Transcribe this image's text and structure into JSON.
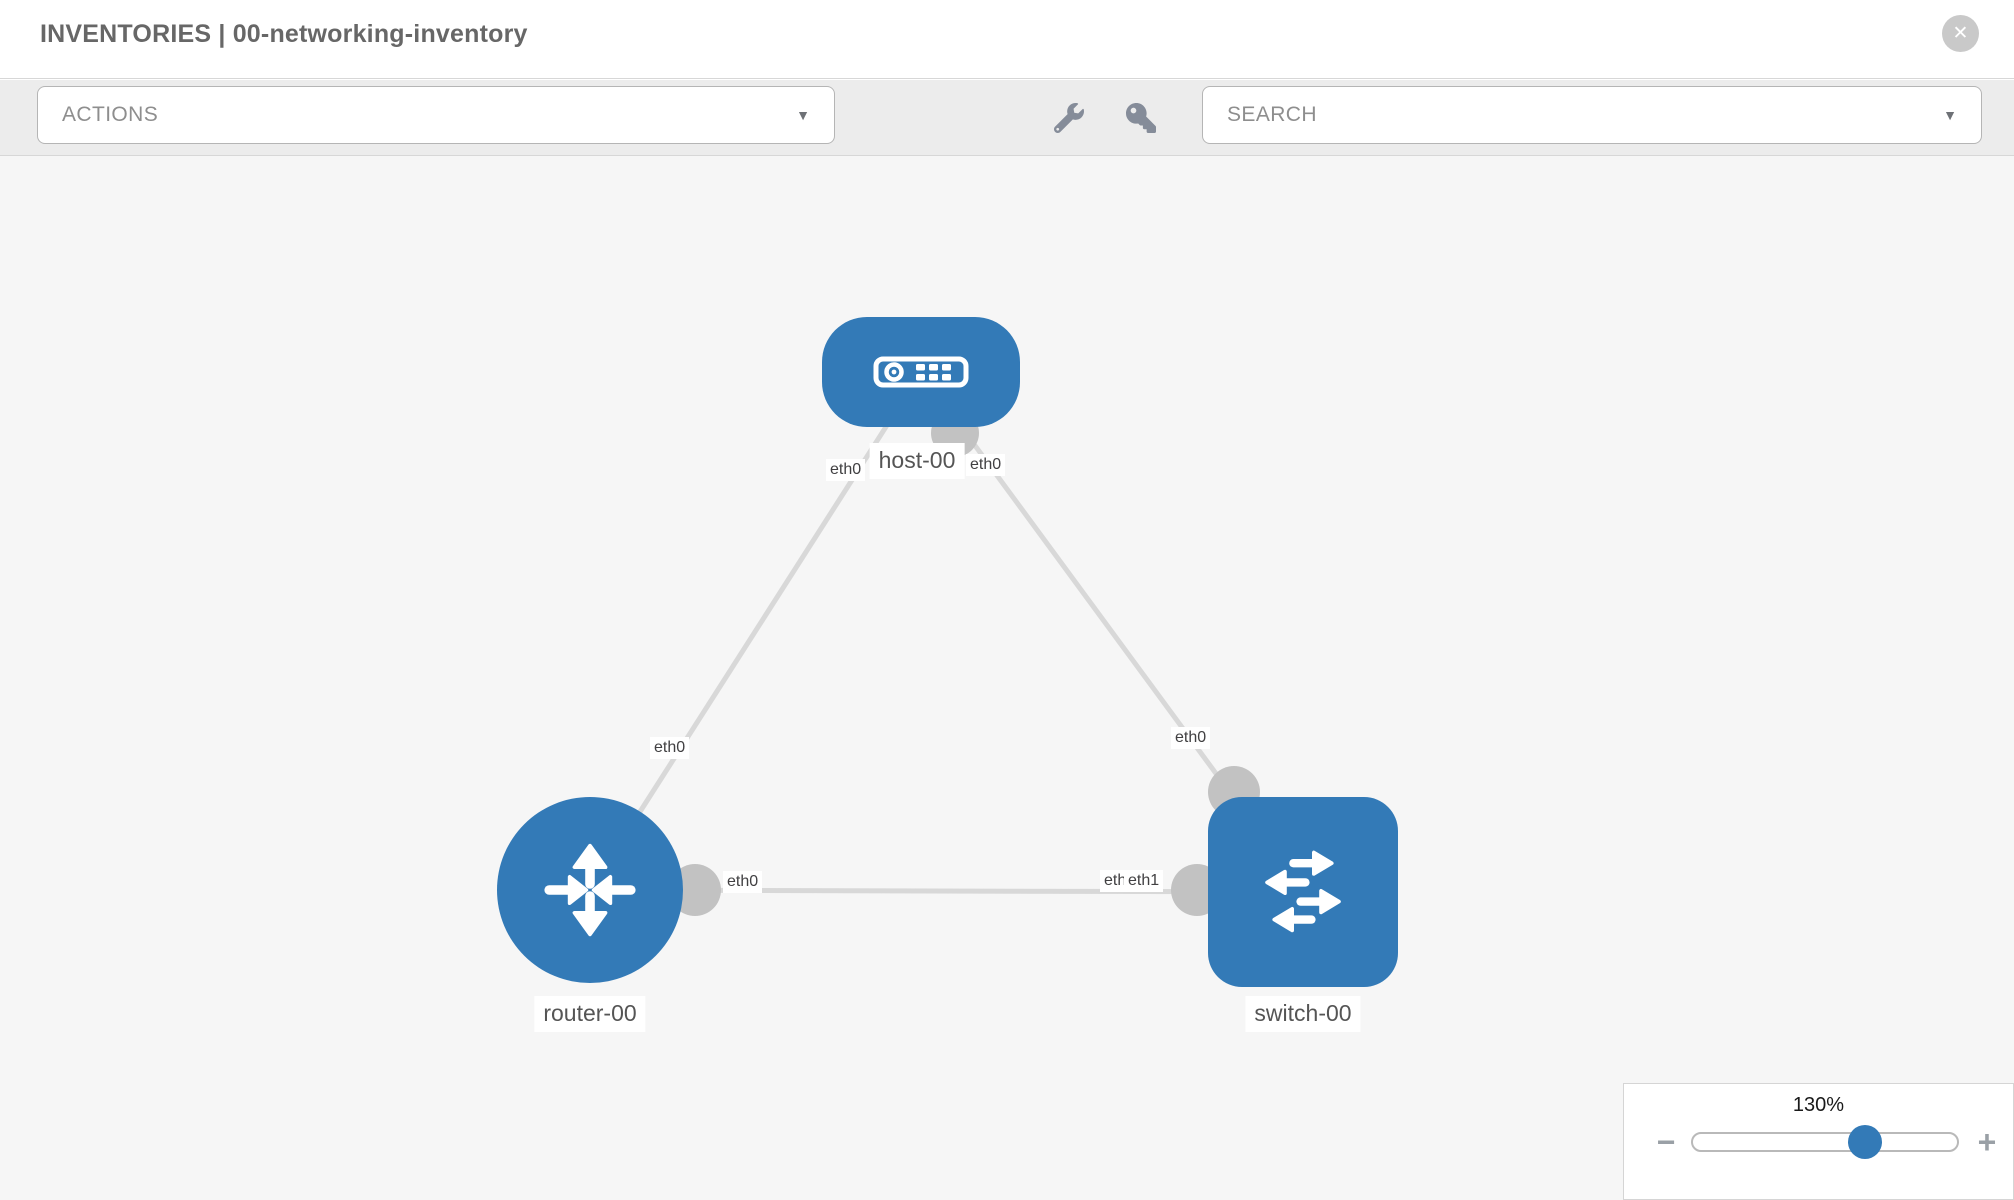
{
  "header": {
    "title": "INVENTORIES | 00-networking-inventory",
    "close_glyph": "✕",
    "close_icon_name": "circle-x-icon"
  },
  "toolbar": {
    "actions_label": "ACTIONS",
    "search_placeholder": "SEARCH",
    "caret_glyph": "▼",
    "icon_buttons": [
      "wrench-icon",
      "key-icon"
    ]
  },
  "topology": {
    "nodes": [
      {
        "id": "host-00",
        "label": "host-00",
        "type": "host",
        "icon": "host-device-icon"
      },
      {
        "id": "router-00",
        "label": "router-00",
        "type": "router",
        "icon": "router-arrows-icon"
      },
      {
        "id": "switch-00",
        "label": "switch-00",
        "type": "switch",
        "icon": "switch-arrows-icon"
      }
    ],
    "links": [
      {
        "source": "host-00",
        "target": "router-00",
        "source_interface": "eth0",
        "target_interface": "eth0"
      },
      {
        "source": "host-00",
        "target": "switch-00",
        "source_interface": "eth0",
        "target_interface": "eth0"
      },
      {
        "source": "router-00",
        "target": "switch-00",
        "source_interface": "eth0",
        "target_interface": "eth1",
        "target_interface_overlapped": "eth0",
        "overlap_note": "two labels overlap on switch side, renders as etleth1"
      }
    ]
  },
  "zoom_control": {
    "value_label": "130%",
    "percent": 130,
    "minus_glyph": "−",
    "plus_glyph": "+",
    "slider_position_percent": 64
  },
  "colors": {
    "node_blue": "#337ab7",
    "link_gray": "#d8d8d8",
    "connector_gray": "#c2c2c2",
    "canvas_bg": "#f6f6f6",
    "toolbar_bg": "#ececec",
    "border_gray": "#d7d7d7",
    "title_gray": "#676767"
  }
}
